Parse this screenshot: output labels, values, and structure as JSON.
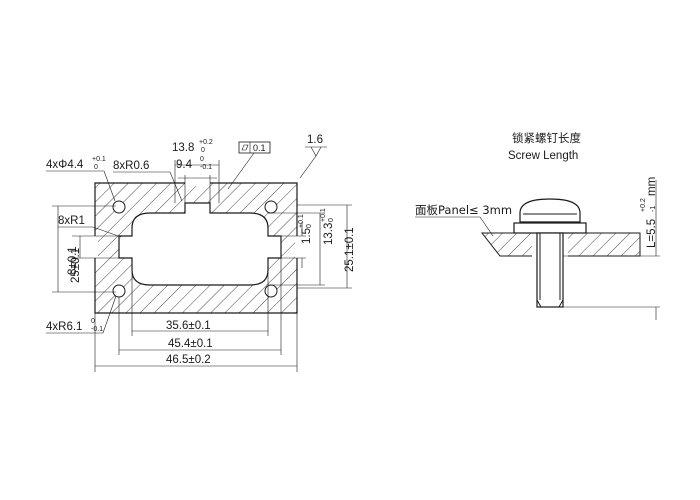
{
  "diagram": {
    "left_view": {
      "cut_width_label": "13.8",
      "cut_width_tol_upper": "+0.2",
      "cut_width_tol_lower": "0",
      "slot_width_label": "9.4",
      "slot_width_tol_upper": "0",
      "slot_width_tol_lower": "-0.1",
      "flatness_value": "0.1",
      "roughness_label": "1.6",
      "holes_label": "4xΦ4.4",
      "holes_tol_upper": "+0.1",
      "holes_tol_lower": "0",
      "corner_r06_label": "8xR0.6",
      "corner_r1_label": "8xR1",
      "corner_r61_label": "4xR6.1",
      "corner_r61_tol_upper": "0",
      "corner_r61_tol_lower": "-0.1",
      "height_25_label": "25±0.1",
      "height_8_label": "8±0.1",
      "slot_15_label": "1.5",
      "slot_15_tol_upper": "+0.1",
      "slot_15_tol_lower": "0",
      "height_133_label": "13.3",
      "height_133_tol_upper": "+0.1",
      "height_133_tol_lower": "0",
      "height_251_label": "25.1±0.1",
      "width_356_label": "35.6±0.1",
      "width_454_label": "45.4±0.1",
      "width_465_label": "46.5±0.2"
    },
    "right_view": {
      "title_cn": "锁紧螺钉长度",
      "title_en": "Screw Length",
      "panel_label": "面板Panel≤ 3mm",
      "length_label": "L=5.5",
      "length_tol_upper": "+0.2",
      "length_tol_lower": "-1",
      "length_unit": "mm"
    }
  }
}
